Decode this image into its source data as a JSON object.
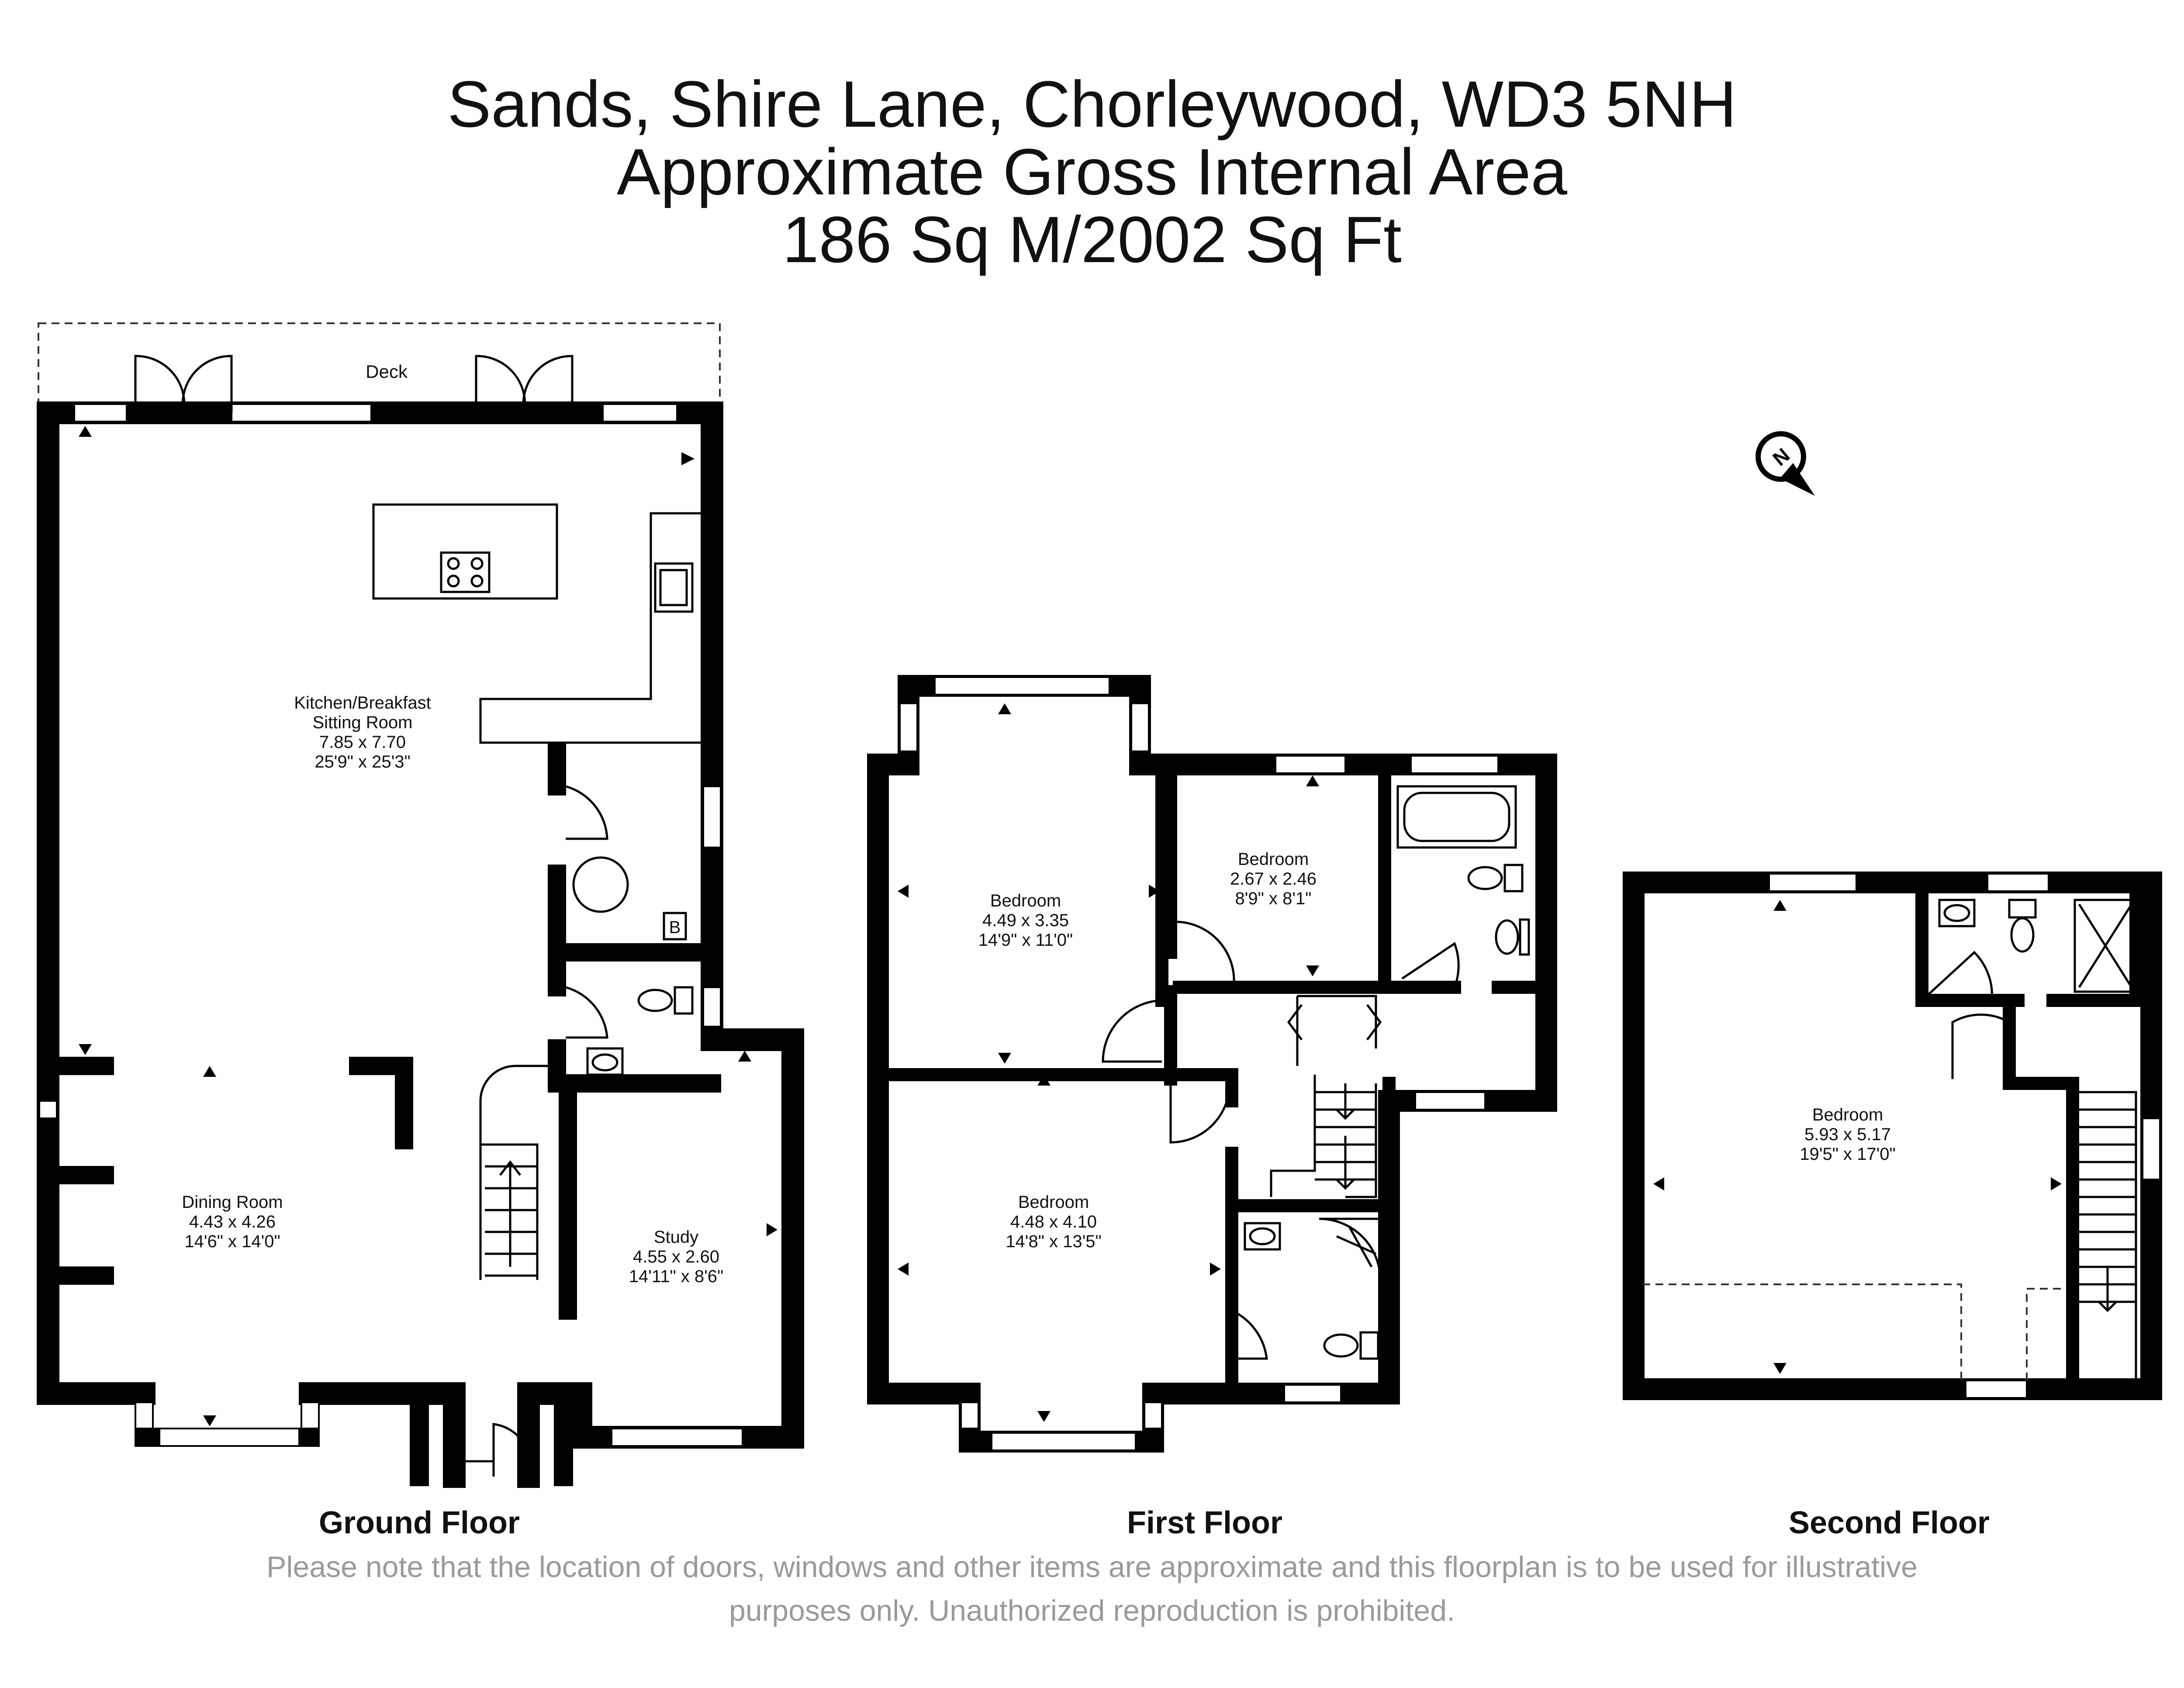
{
  "title": {
    "line1": "Sands, Shire Lane, Chorleywood, WD3 5NH",
    "line2": "Approximate Gross Internal Area",
    "line3": "186 Sq M/2002 Sq Ft"
  },
  "compass": {
    "icon": "north-arrow-icon",
    "letter": "N"
  },
  "ground_floor": {
    "label": "Ground Floor",
    "deck": "Deck",
    "boiler": "B",
    "rooms": [
      {
        "name": "Kitchen/Breakfast",
        "name2": "Sitting Room",
        "metric": "7.85 x 7.70",
        "imperial": "25'9\" x 25'3\""
      },
      {
        "name": "Dining Room",
        "metric": "4.43 x 4.26",
        "imperial": "14'6\" x 14'0\""
      },
      {
        "name": "Study",
        "metric": "4.55 x 2.60",
        "imperial": "14'11\" x 8'6\""
      }
    ]
  },
  "first_floor": {
    "label": "First Floor",
    "rooms": [
      {
        "name": "Bedroom",
        "metric": "4.49 x 3.35",
        "imperial": "14'9\" x 11'0\""
      },
      {
        "name": "Bedroom",
        "metric": "2.67 x 2.46",
        "imperial": "8'9\" x 8'1\""
      },
      {
        "name": "Bedroom",
        "metric": "4.48 x 4.10",
        "imperial": "14'8\" x 13'5\""
      }
    ]
  },
  "second_floor": {
    "label": "Second Floor",
    "rooms": [
      {
        "name": "Bedroom",
        "metric": "5.93 x 5.17",
        "imperial": "19'5\" x 17'0\""
      }
    ]
  },
  "disclaimer": {
    "line1": "Please note that the location of doors, windows and other items are approximate and this floorplan is to be used for illustrative",
    "line2": "purposes only. Unauthorized reproduction is prohibited."
  }
}
